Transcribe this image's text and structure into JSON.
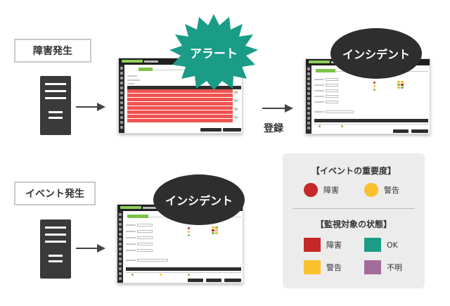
{
  "top_section": {
    "label": "障害発生",
    "alert_burst": "アラート",
    "incident_bubble": "インシデント",
    "register_label": "登録"
  },
  "bottom_section": {
    "label": "イベント発生",
    "incident_bubble": "インシデント"
  },
  "legend": {
    "severity_title": "【イベントの重要度】",
    "severity_items": [
      {
        "label": "障害",
        "color": "#c62828"
      },
      {
        "label": "警告",
        "color": "#fbc02d"
      }
    ],
    "status_title": "【監視対象の状態】",
    "status_items": [
      {
        "label": "障害",
        "color": "#c62828"
      },
      {
        "label": "OK",
        "color": "#1a9c87"
      },
      {
        "label": "警告",
        "color": "#fbc02d"
      },
      {
        "label": "不明",
        "color": "#a36b9a"
      }
    ]
  },
  "colors": {
    "burst": "#1a9c87",
    "bubble": "#2e2e2e",
    "alert_rows": "#ef5350",
    "accent_green": "#7cc24a",
    "server_body": "#3a3a3a",
    "arrow": "#444444"
  }
}
